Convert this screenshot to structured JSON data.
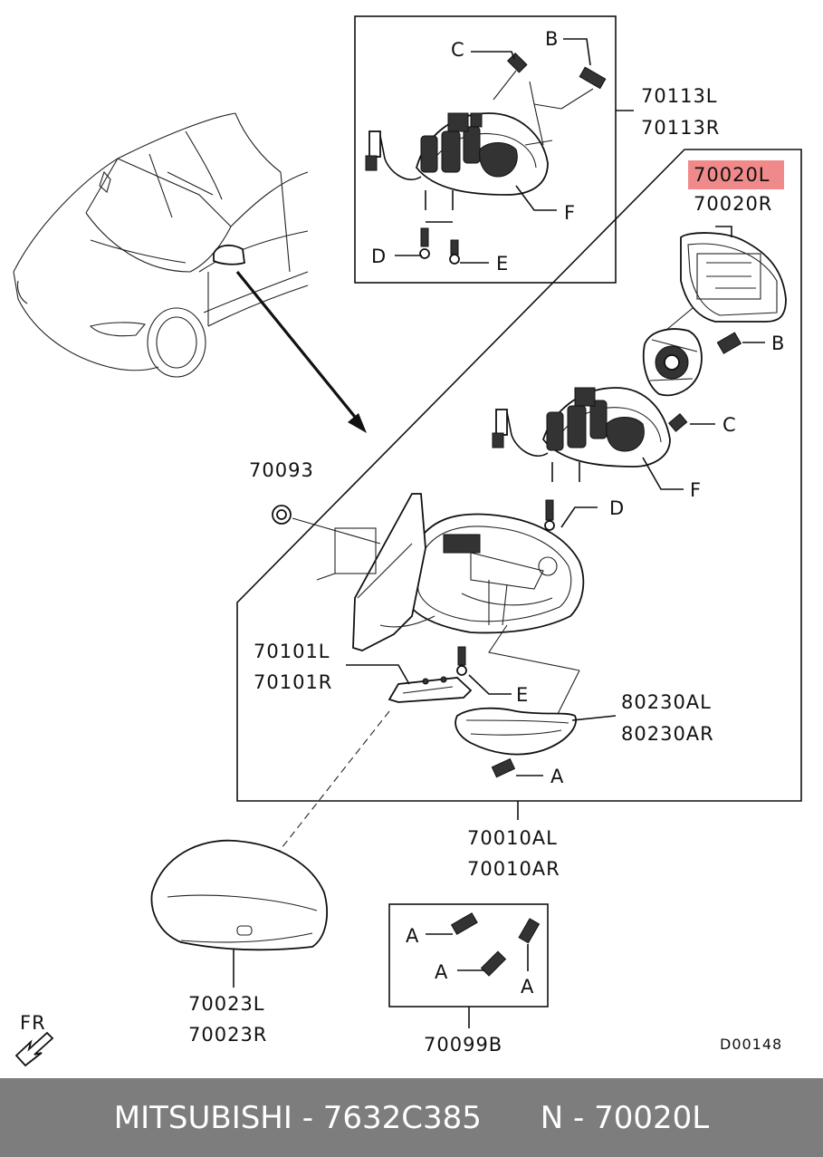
{
  "labels": {
    "p70113l": "70113L",
    "p70113r": "70113R",
    "p70020l": "70020L",
    "p70020r": "70020R",
    "p70093": "70093",
    "p70101l": "70101L",
    "p70101r": "70101R",
    "p80230al": "80230AL",
    "p80230ar": "80230AR",
    "p70010al": "70010AL",
    "p70010ar": "70010AR",
    "p70023l": "70023L",
    "p70023r": "70023R",
    "p70099b": "70099B",
    "drawing_code": "D00148",
    "fr": "FR",
    "A": "A",
    "B": "B",
    "C": "C",
    "D": "D",
    "E": "E",
    "F": "F"
  },
  "highlight_color": "#f08a8a",
  "footer": {
    "brand": "MITSUBISHI",
    "part_number": "7632C385",
    "ref": "N - 70020L",
    "text": "MITSUBISHI - 7632C385      N - 70020L"
  }
}
